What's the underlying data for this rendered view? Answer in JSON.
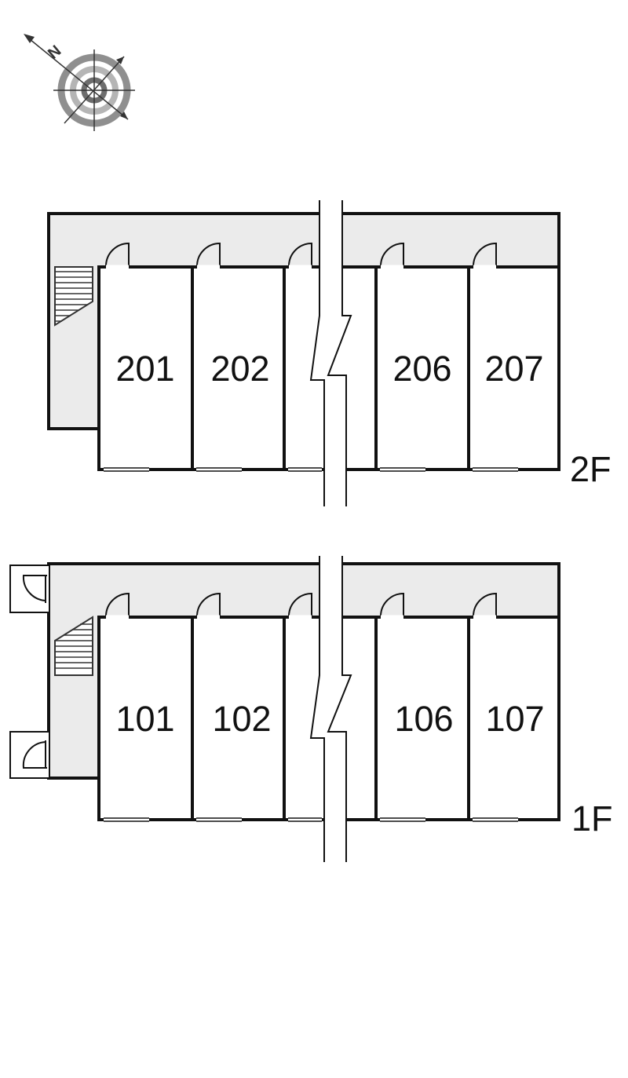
{
  "compass": {
    "north_label": "N",
    "icon": "compass-icon"
  },
  "colors": {
    "corridor": "#ebebeb",
    "wall": "#111111",
    "compass_ring": "#8f8f8f"
  },
  "floors": [
    {
      "id": "2f",
      "label": "2F",
      "rooms": [
        "201",
        "202",
        "206",
        "207"
      ]
    },
    {
      "id": "1f",
      "label": "1F",
      "rooms": [
        "101",
        "102",
        "106",
        "107"
      ]
    }
  ]
}
